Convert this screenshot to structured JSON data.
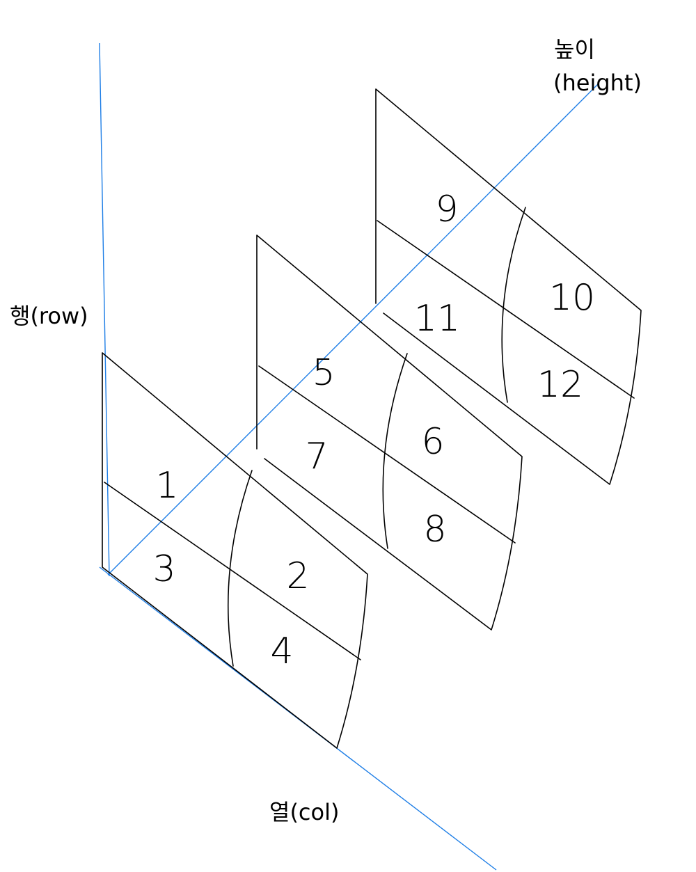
{
  "axes": {
    "row": {
      "label": "행(row)"
    },
    "col": {
      "label": "열(col)"
    },
    "height": {
      "label_line1": "높이",
      "label_line2": "(height)"
    }
  },
  "sheets": [
    {
      "cells": [
        "1",
        "2",
        "3",
        "4"
      ]
    },
    {
      "cells": [
        "5",
        "6",
        "7",
        "8"
      ]
    },
    {
      "cells": [
        "9",
        "10",
        "11",
        "12"
      ]
    }
  ],
  "colors": {
    "axis": "#1e7ee6",
    "lines": "#000000"
  }
}
